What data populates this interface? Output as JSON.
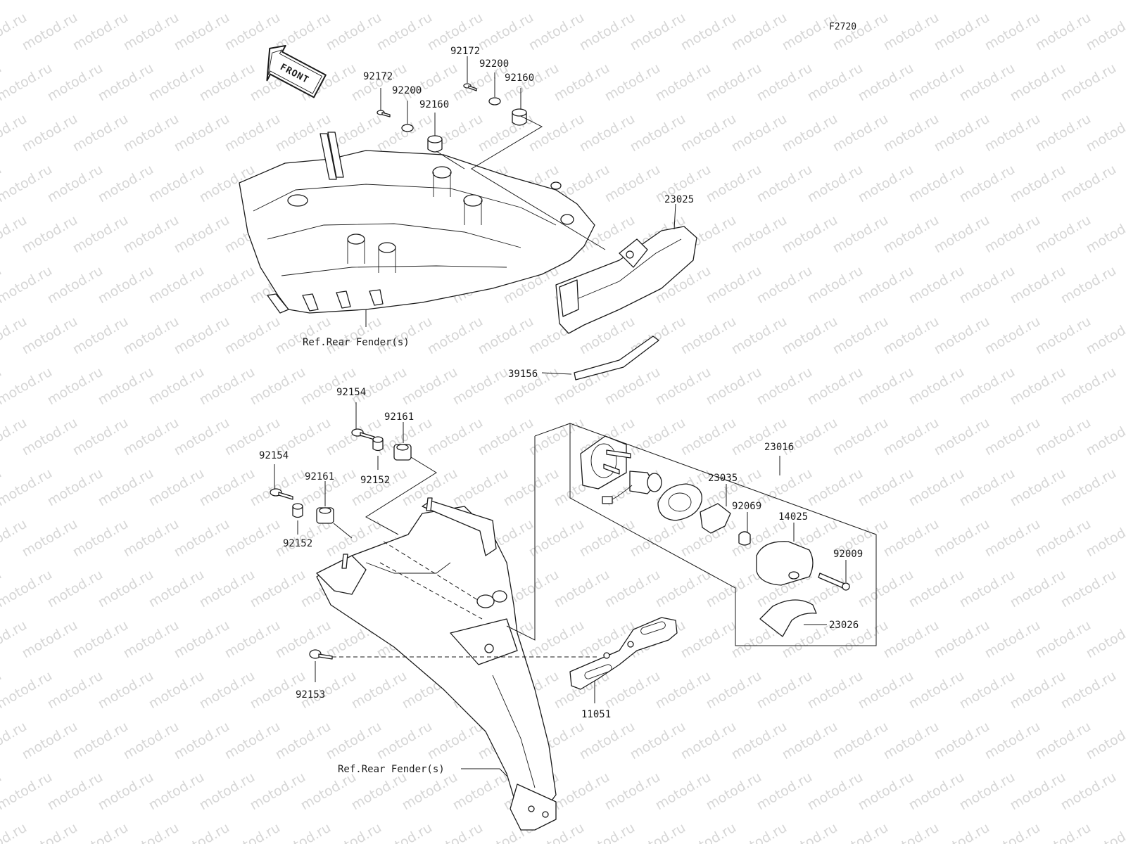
{
  "figure_id": "F2720",
  "front_label": "FRONT",
  "watermark": "motod.ru",
  "parts": {
    "p92172a": "92172",
    "p92172b": "92172",
    "p92200a": "92200",
    "p92200b": "92200",
    "p92160a": "92160",
    "p92160b": "92160",
    "p23025": "23025",
    "p39156": "39156",
    "ref_rear_fender_top": "Ref.Rear Fender(s)",
    "p92154a": "92154",
    "p92154b": "92154",
    "p92161a": "92161",
    "p92161b": "92161",
    "p92152a": "92152",
    "p92152b": "92152",
    "p23016": "23016",
    "p23035": "23035",
    "p92069": "92069",
    "p14025": "14025",
    "p92009": "92009",
    "p23026": "23026",
    "p92153": "92153",
    "p11051": "11051",
    "ref_rear_fender_bottom": "Ref.Rear Fender(s)"
  }
}
